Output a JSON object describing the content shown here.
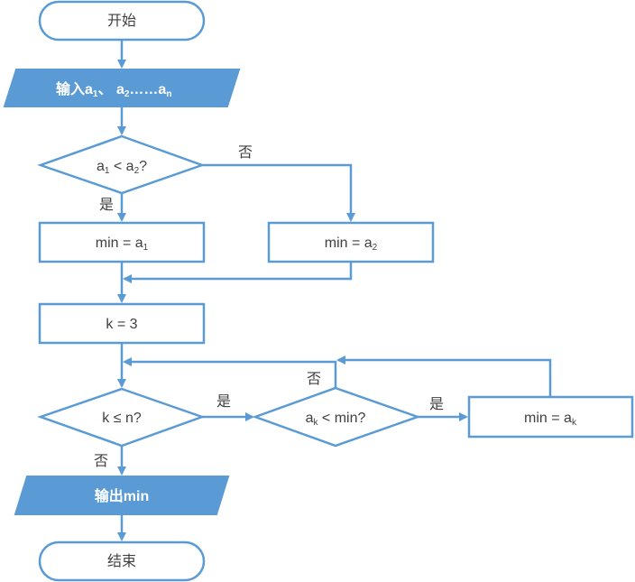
{
  "nodes": {
    "start": "开始",
    "input": {
      "prefix": "输入",
      "a": "a",
      "s1": "1",
      "sep": "、 ",
      "a2": "a",
      "s2": "2",
      "dots": "……",
      "an": "a",
      "sn": "n"
    },
    "cond1": {
      "a": "a",
      "s1": "1",
      "lt": " < ",
      "a2": "a",
      "s2": "2",
      "q": "?"
    },
    "assign1": {
      "text": "min = a",
      "sub": "1"
    },
    "assign2": {
      "text": "min = a",
      "sub": "2"
    },
    "init_k": "k = 3",
    "cond_k": "k ≤ n?",
    "cond_ak": {
      "a": "a",
      "sub": "k",
      "rest": " < min?"
    },
    "assign_k": {
      "text": "min = a",
      "sub": "k"
    },
    "output": "输出min",
    "end": "结束"
  },
  "edge_labels": {
    "cond1_yes": "是",
    "cond1_no": "否",
    "condk_yes": "是",
    "condk_no": "否",
    "condak_yes": "是",
    "condak_no": "否"
  },
  "colors": {
    "stroke": "#5b9bd5",
    "fill_io": "#5b9bd5",
    "text": "#404040"
  }
}
